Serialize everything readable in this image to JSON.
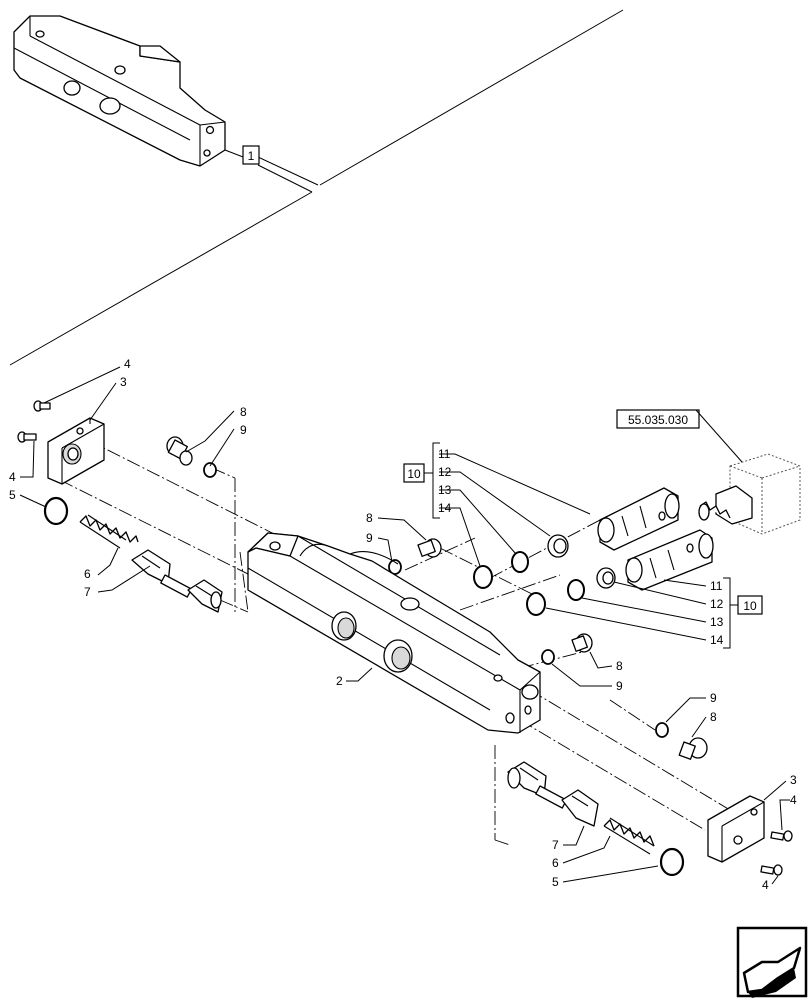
{
  "diagram": {
    "callouts": {
      "assembly_ref": "1",
      "kit_upper": "10",
      "kit_lower": "10",
      "ref_code": "55.035.030"
    },
    "labels": [
      {
        "id": "l4a",
        "text": "4"
      },
      {
        "id": "l3a",
        "text": "3"
      },
      {
        "id": "l4b",
        "text": "4"
      },
      {
        "id": "l5a",
        "text": "5"
      },
      {
        "id": "l6a",
        "text": "6"
      },
      {
        "id": "l7a",
        "text": "7"
      },
      {
        "id": "l8a",
        "text": "8"
      },
      {
        "id": "l9a",
        "text": "9"
      },
      {
        "id": "l8b",
        "text": "8"
      },
      {
        "id": "l9b",
        "text": "9"
      },
      {
        "id": "l11a",
        "text": "11"
      },
      {
        "id": "l12a",
        "text": "12"
      },
      {
        "id": "l13a",
        "text": "13"
      },
      {
        "id": "l14a",
        "text": "14"
      },
      {
        "id": "l11b",
        "text": "11"
      },
      {
        "id": "l12b",
        "text": "12"
      },
      {
        "id": "l13b",
        "text": "13"
      },
      {
        "id": "l14b",
        "text": "14"
      },
      {
        "id": "l8c",
        "text": "8"
      },
      {
        "id": "l9c",
        "text": "9"
      },
      {
        "id": "l2",
        "text": "2"
      },
      {
        "id": "l9d",
        "text": "9"
      },
      {
        "id": "l8d",
        "text": "8"
      },
      {
        "id": "l3b",
        "text": "3"
      },
      {
        "id": "l4c",
        "text": "4"
      },
      {
        "id": "l7b",
        "text": "7"
      },
      {
        "id": "l6b",
        "text": "6"
      },
      {
        "id": "l5b",
        "text": "5"
      },
      {
        "id": "l4d",
        "text": "4"
      }
    ]
  }
}
